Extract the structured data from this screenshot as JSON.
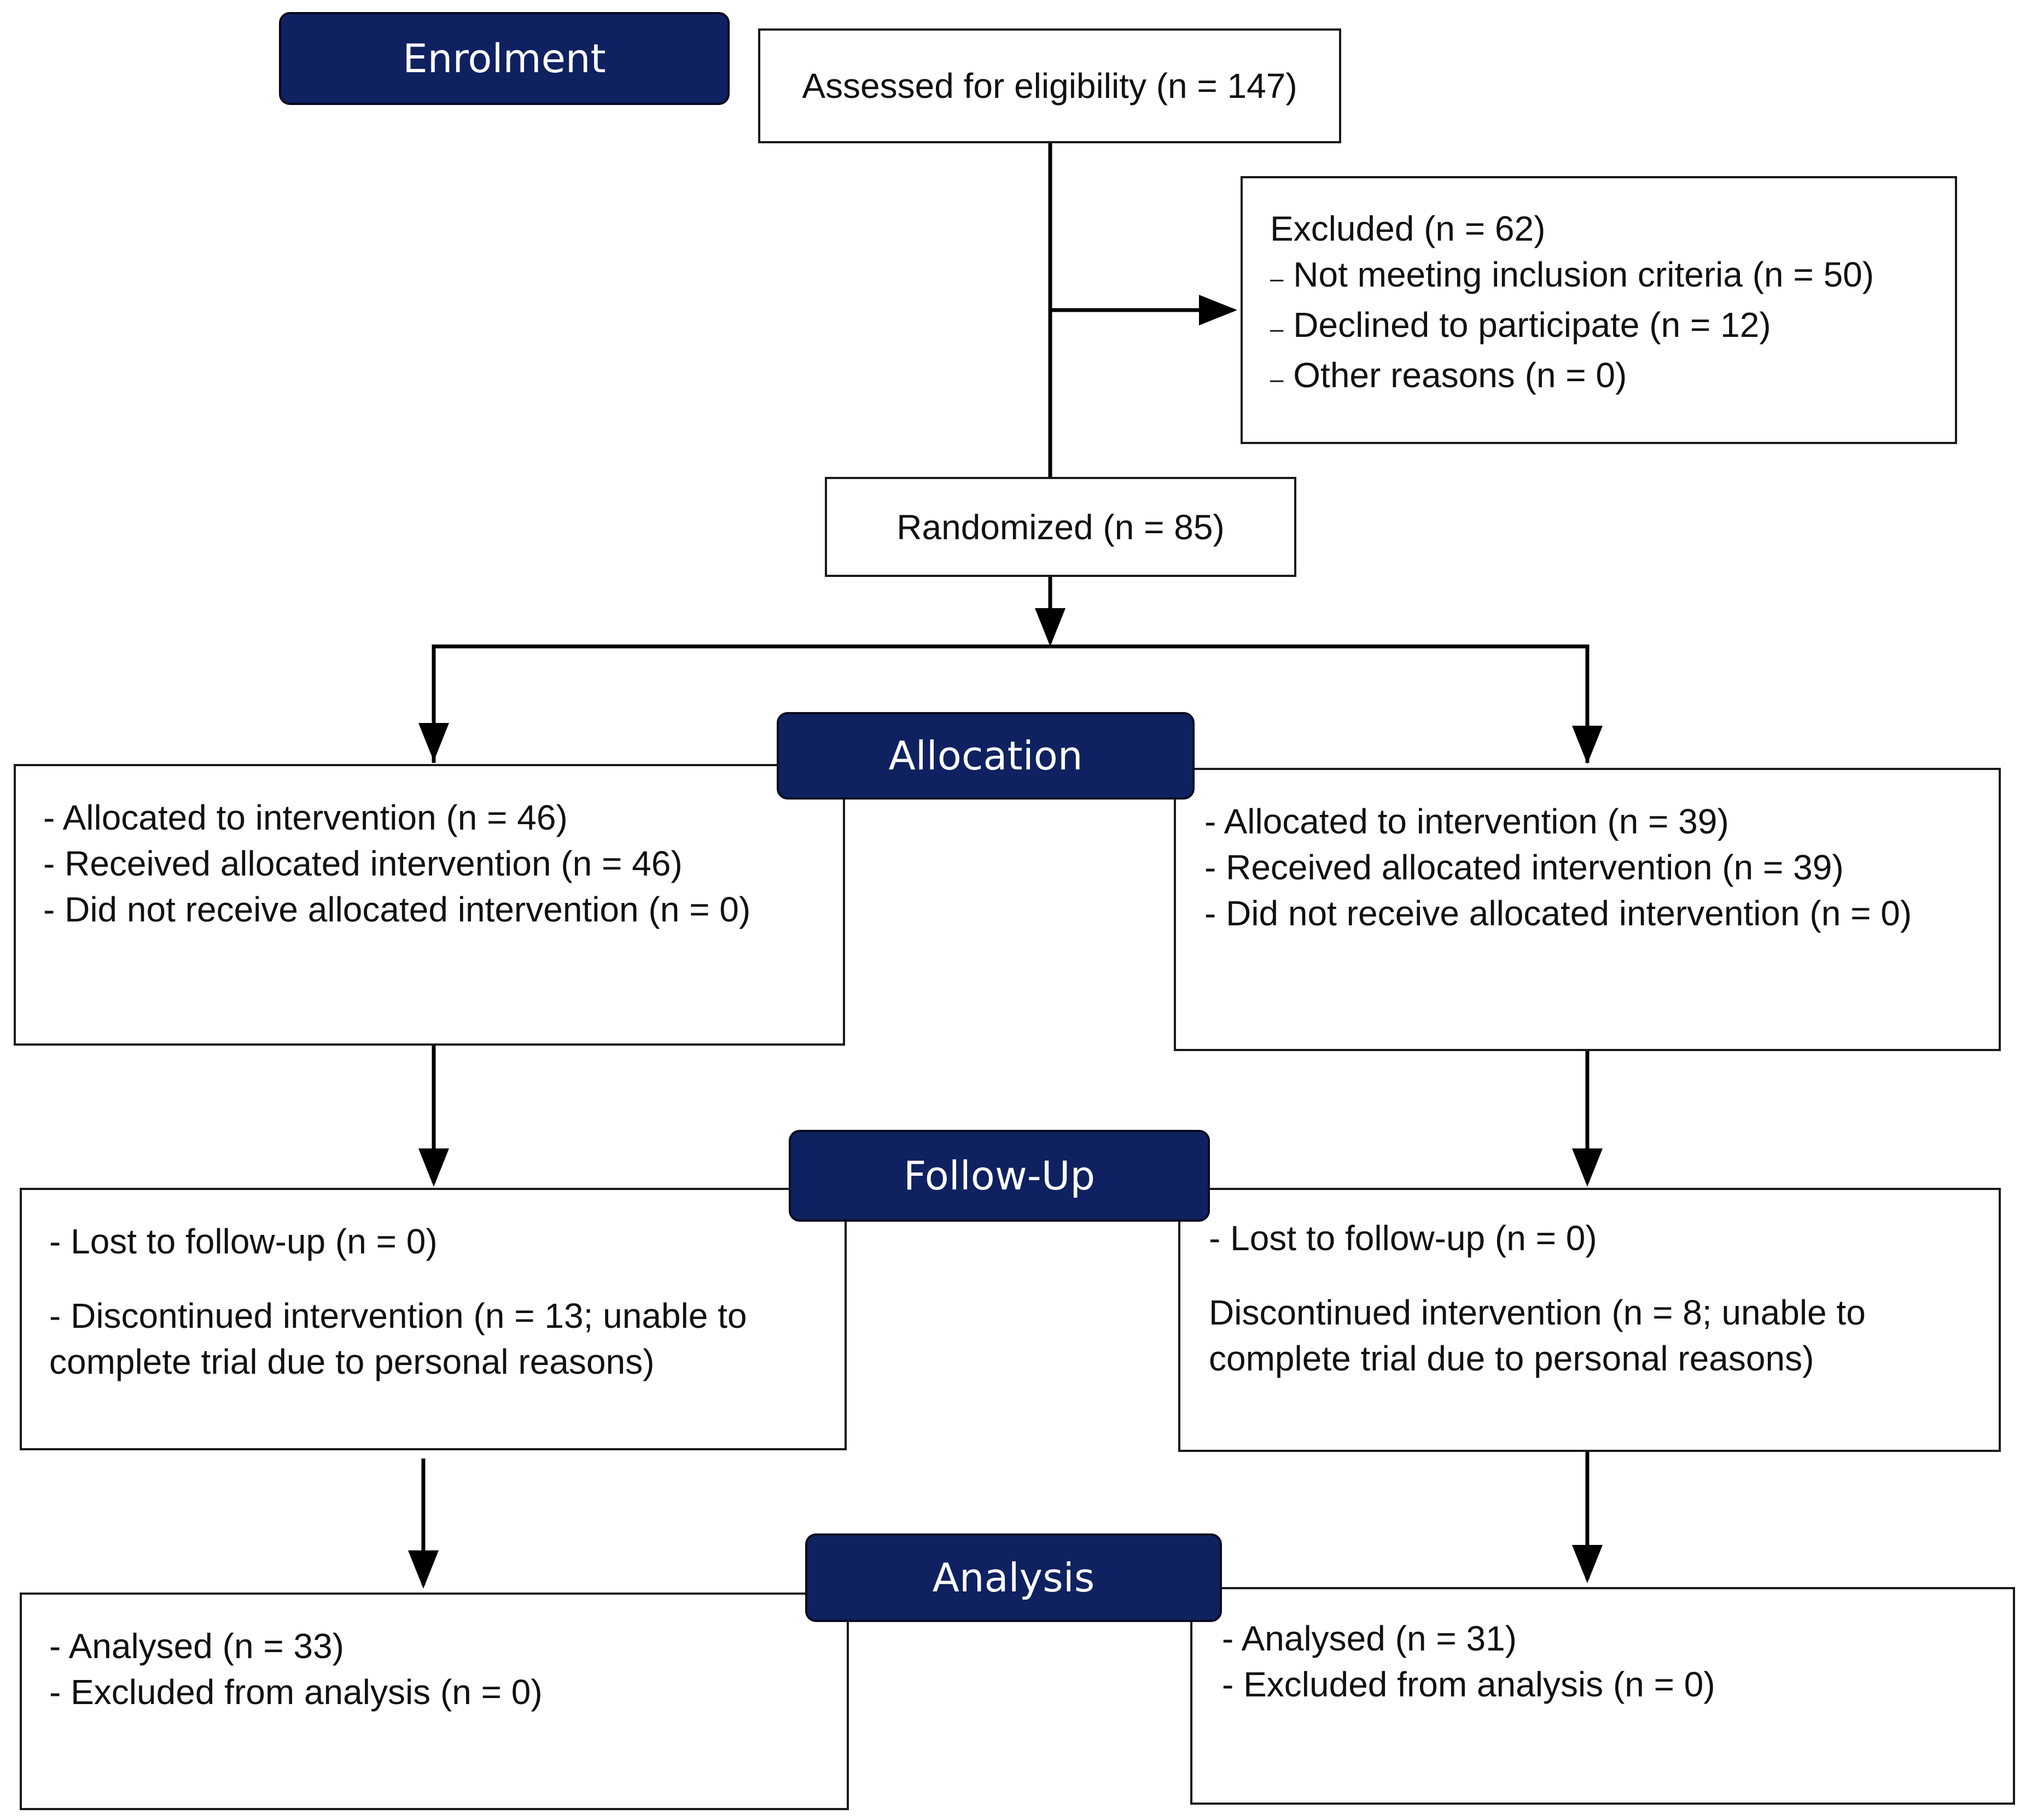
{
  "stages": {
    "enrolment": "Enrolment",
    "allocation": "Allocation",
    "follow_up": "Follow-Up",
    "analysis": "Analysis"
  },
  "assessed": "Assessed for eligibility (n = 147)",
  "excluded": {
    "title": "Excluded (n = 62)",
    "items": [
      "Not meeting inclusion criteria (n = 50)",
      "Declined to participate (n = 12)",
      "Other reasons (n = 0)"
    ],
    "bullet": "–"
  },
  "randomized": "Randomized (n = 85)",
  "allocation_left": [
    "- Allocated to intervention (n = 46)",
    "- Received allocated intervention (n = 46)",
    "- Did not receive allocated intervention (n = 0)"
  ],
  "allocation_right": [
    "- Allocated to intervention (n = 39)",
    "- Received allocated intervention (n = 39)",
    "- Did not receive allocated intervention (n = 0)"
  ],
  "followup_left": {
    "lost": "- Lost to follow-up (n = 0)",
    "discontinued": [
      "- Discontinued intervention (n = 13; unable to",
      "complete trial due to personal reasons)"
    ]
  },
  "followup_right": {
    "lost": "- Lost to follow-up (n = 0)",
    "discontinued": [
      "Discontinued intervention (n = 8; unable to",
      "complete trial due to personal reasons)"
    ]
  },
  "analysis_left": [
    "- Analysed (n = 33)",
    "- Excluded from analysis (n = 0)"
  ],
  "analysis_right": [
    "- Analysed (n = 31)",
    "- Excluded from analysis (n = 0)"
  ],
  "colors": {
    "header_fill": "#0f2160",
    "header_text": "#ffffff",
    "line": "#000000"
  }
}
